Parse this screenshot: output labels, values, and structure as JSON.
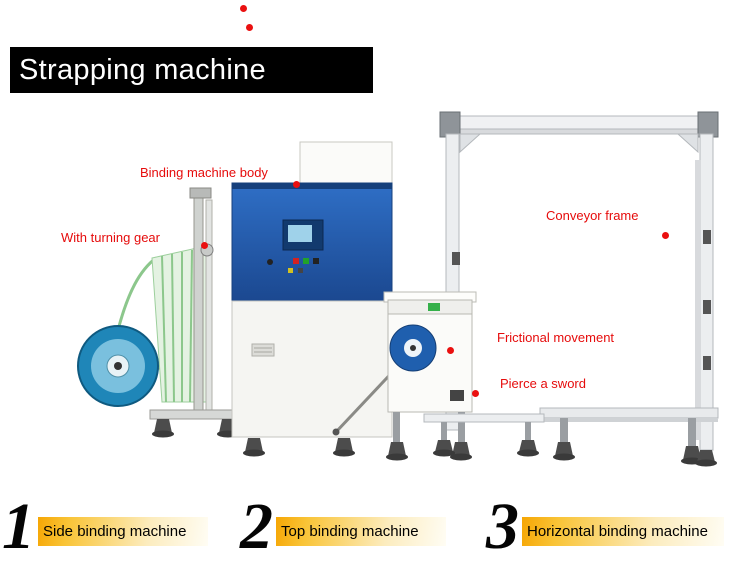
{
  "banner": {
    "title": "Strapping machine"
  },
  "callouts": [
    {
      "label": "Binding machine body"
    },
    {
      "label": "With turning gear"
    },
    {
      "label": "Conveyor frame"
    },
    {
      "label": "Frictional movement"
    },
    {
      "label": "Pierce a sword"
    }
  ],
  "footer": {
    "items": [
      {
        "number": "1",
        "label": "Side binding machine"
      },
      {
        "number": "2",
        "label": "Top binding machine"
      },
      {
        "number": "3",
        "label": "Horizontal binding machine"
      }
    ]
  },
  "colors": {
    "accent_red": "#ea1010",
    "banner_bg": "#000000",
    "machine_blue": "#1f4f9e",
    "coil_blue": "#1f86b8",
    "strap_green": "#8cc78c",
    "highlight_yellow": "#f6a604"
  }
}
